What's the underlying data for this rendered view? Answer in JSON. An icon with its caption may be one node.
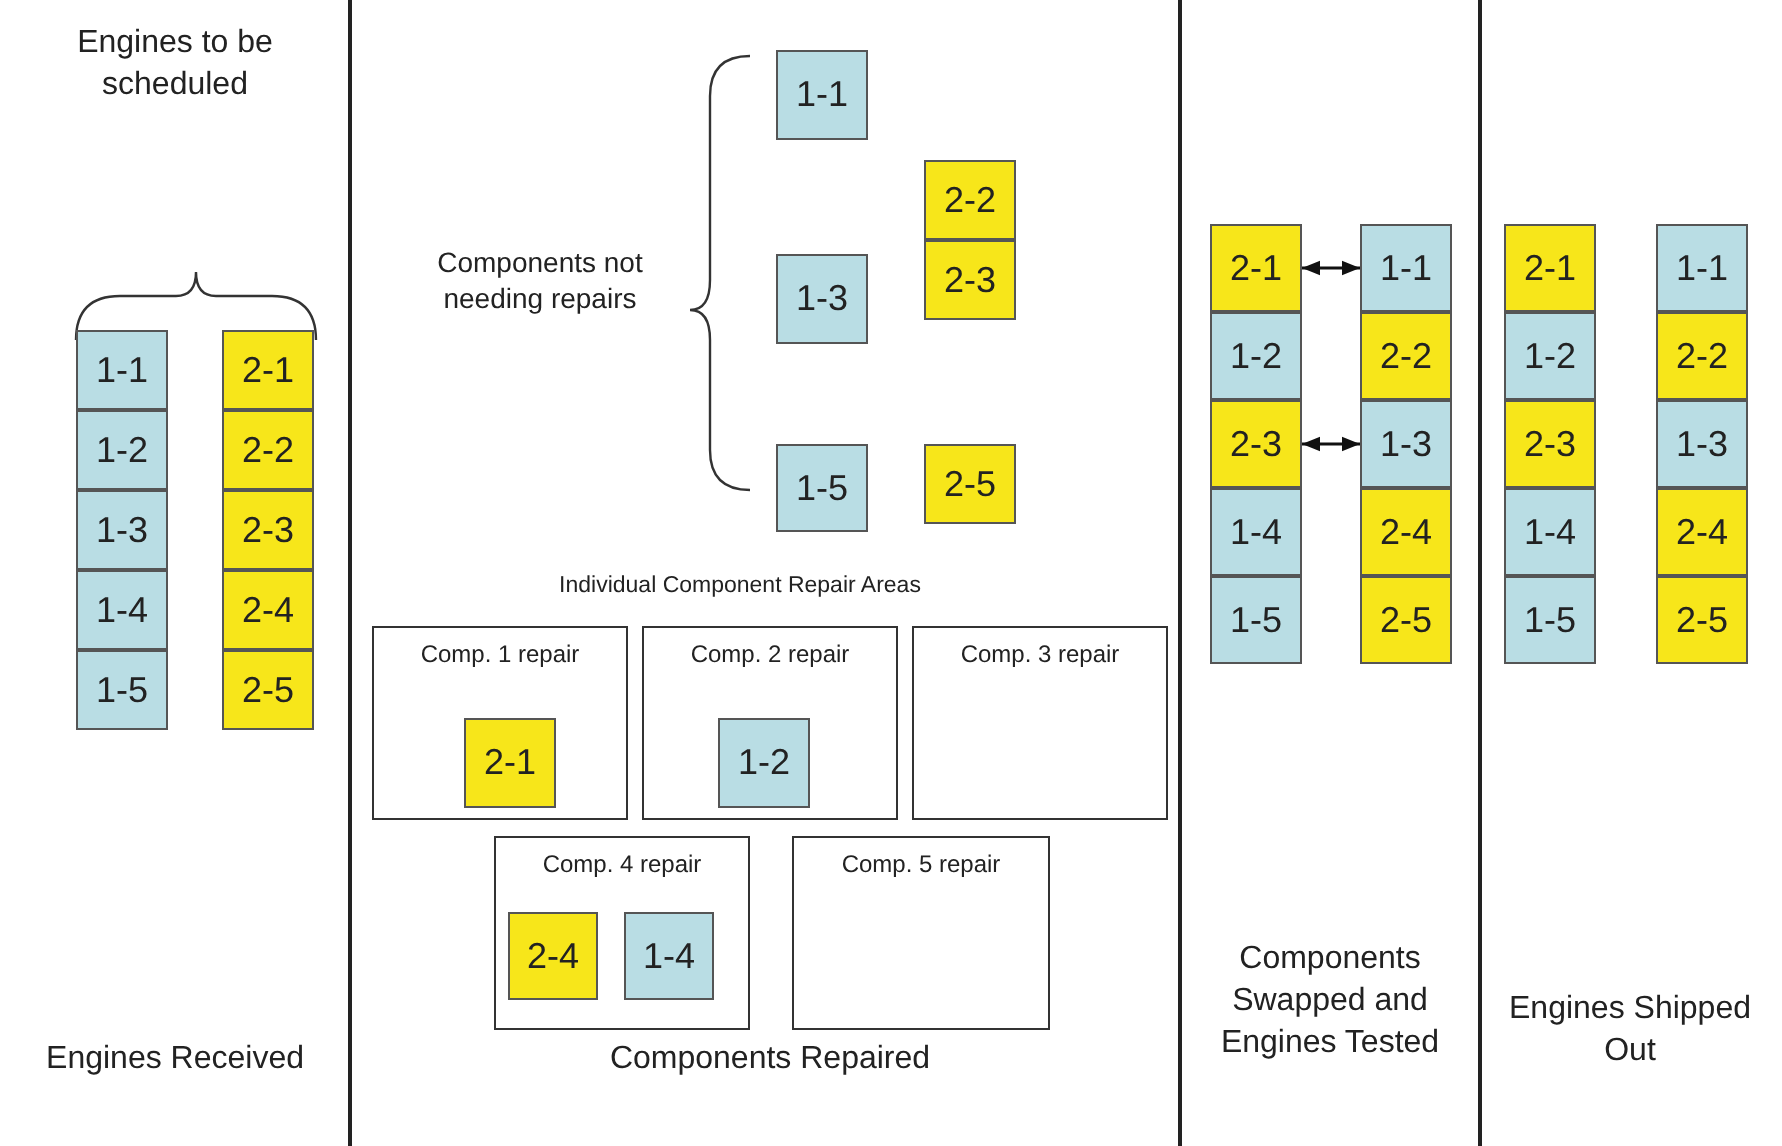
{
  "diagram": {
    "nodes": [
      {
        "text": [
          "1-1"
        ]
      },
      {
        "text": [
          "1-2"
        ]
      },
      {
        "text": [
          "1-3"
        ]
      },
      {
        "text": [
          "1-4"
        ]
      },
      {
        "text": [
          "1-5"
        ]
      },
      {
        "text": [
          "2-1"
        ]
      },
      {
        "text": [
          "2-2"
        ]
      },
      {
        "text": [
          "2-3"
        ]
      },
      {
        "text": [
          "2-4"
        ]
      },
      {
        "text": [
          "2-5"
        ]
      },
      {
        "text": [
          "1-1"
        ]
      },
      {
        "text": [
          "2-2"
        ]
      },
      {
        "text": [
          "1-3"
        ]
      },
      {
        "text": [
          "2-3"
        ]
      },
      {
        "text": [
          "1-5"
        ]
      },
      {
        "text": [
          "2-5"
        ]
      },
      {
        "text": [
          "Comp. 1 repair"
        ]
      },
      {
        "text": [
          "2-1"
        ],
        "in": 16
      },
      {
        "text": [
          "Comp. 2 repair"
        ]
      },
      {
        "text": [
          "1-2"
        ],
        "in": 18
      },
      {
        "text": [
          "Comp. 3 repair"
        ]
      },
      {
        "text": [
          "Comp. 4 repair"
        ]
      },
      {
        "text": [
          "2-4"
        ],
        "in": 21
      },
      {
        "text": [
          "1-4"
        ],
        "in": 21
      },
      {
        "text": [
          "Comp. 5 repair"
        ]
      },
      {
        "text": [
          "2-1"
        ]
      },
      {
        "text": [
          "1-2"
        ]
      },
      {
        "text": [
          "2-3"
        ]
      },
      {
        "text": [
          "1-4"
        ]
      },
      {
        "text": [
          "1-5"
        ]
      },
      {
        "text": [
          "1-1"
        ]
      },
      {
        "text": [
          "2-2"
        ]
      },
      {
        "text": [
          "1-3"
        ]
      },
      {
        "text": [
          "2-4"
        ]
      },
      {
        "text": [
          "2-5"
        ]
      },
      {
        "text": [
          "2-1"
        ]
      },
      {
        "text": [
          "1-2"
        ]
      },
      {
        "text": [
          "2-3"
        ]
      },
      {
        "text": [
          "1-4"
        ]
      },
      {
        "text": [
          "1-5"
        ]
      },
      {
        "text": [
          "1-1"
        ]
      },
      {
        "text": [
          "2-2"
        ]
      },
      {
        "text": [
          "1-3"
        ]
      },
      {
        "text": [
          "2-4"
        ]
      },
      {
        "text": [
          "2-5"
        ]
      }
    ],
    "edges": [
      {
        "from": 25,
        "to": 30,
        "arrow": "both"
      },
      {
        "from": 27,
        "to": 32,
        "arrow": "both"
      }
    ],
    "labels": [
      "Engines to be scheduled",
      "Components not needing repairs",
      "Individual Component Repair Areas",
      "Engines Received",
      "Components Repaired",
      "Components Swapped and Engines Tested",
      "Engines Shipped Out"
    ]
  }
}
